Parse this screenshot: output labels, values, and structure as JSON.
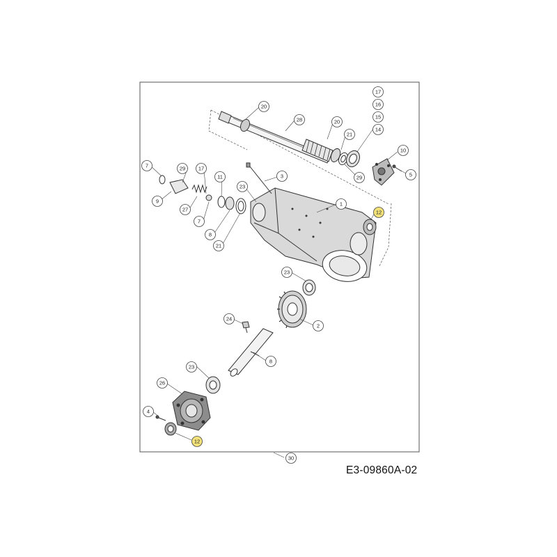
{
  "document_id": "E3-09860A-02",
  "callout_numbers": {
    "c17": "17",
    "c16": "16",
    "c15": "15",
    "c14": "14",
    "c20a": "20",
    "c28": "28",
    "c20b": "20",
    "c21a": "21",
    "c29a": "29",
    "c10": "10",
    "c5": "5",
    "c7a": "7",
    "c29b": "29",
    "c17b": "17",
    "c11": "11",
    "c9": "9",
    "c27": "27",
    "c7b": "7",
    "c8a": "8",
    "c21b": "21",
    "c3": "3",
    "c23a": "23",
    "c1": "1",
    "c12a": "12",
    "c23b": "23",
    "c2": "2",
    "c24": "24",
    "c8b": "8",
    "c23c": "23",
    "c26": "26",
    "c4": "4",
    "c12b": "12",
    "c30": "30"
  },
  "colors": {
    "line": "#3a3a3a",
    "callout_highlight": "#f3e27a",
    "frame": "#555555"
  }
}
